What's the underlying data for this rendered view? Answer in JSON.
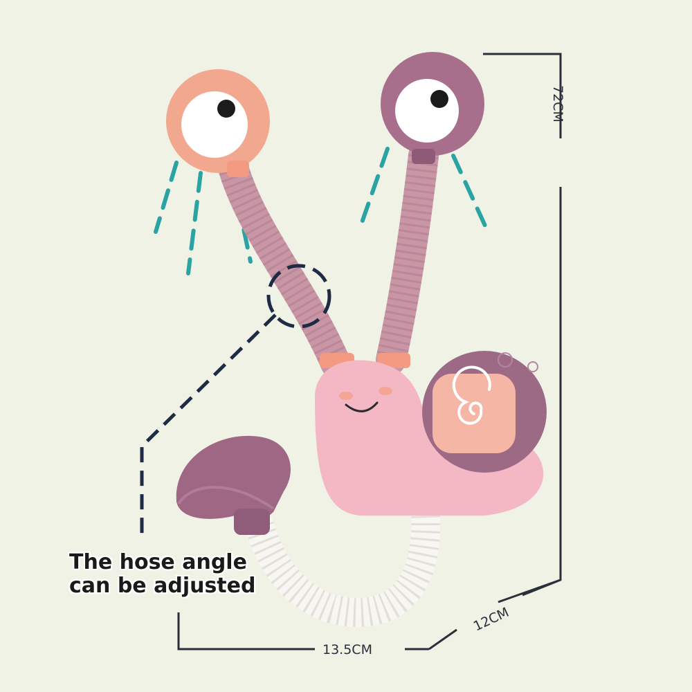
{
  "callout": {
    "line1": "The hose angle",
    "line2": "can be adjusted"
  },
  "dimensions": {
    "height": "72CM",
    "width": "13.5CM",
    "depth": "12CM"
  },
  "colors": {
    "background": "#eff2e4",
    "snail_body": "#f4b8c4",
    "snail_shell": "#9c6a85",
    "shell_spiral": "#f6b6a6",
    "left_head": "#f2a78f",
    "right_head": "#a86f8d",
    "hose": "#c996a6",
    "water": "#2aa3a3",
    "dimension_line": "#2a2f3a"
  }
}
